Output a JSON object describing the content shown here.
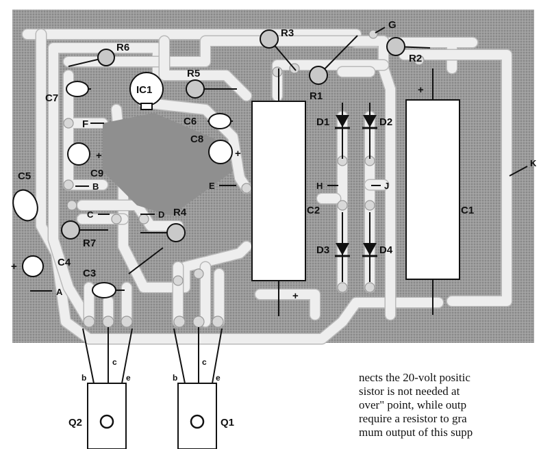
{
  "labels": {
    "r1": "R1",
    "r2": "R2",
    "r3": "R3",
    "r4": "R4",
    "r5": "R5",
    "r6": "R6",
    "r7": "R7",
    "c1": "C1",
    "c2": "C2",
    "c3": "C3",
    "c4": "C4",
    "c5": "C5",
    "c6": "C6",
    "c7": "C7",
    "c8": "C8",
    "c9": "C9",
    "d1": "D1",
    "d2": "D2",
    "d3": "D3",
    "d4": "D4",
    "ic1": "IC1",
    "q1": "Q1",
    "q2": "Q2",
    "pt_a": "A",
    "pt_b": "B",
    "pt_c": "C",
    "pt_d": "D",
    "pt_e": "E",
    "pt_f": "F",
    "pt_g": "G",
    "pt_h": "H",
    "pt_j": "J",
    "pt_k": "K",
    "plus": "+",
    "pin_b": "b",
    "pin_c": "c",
    "pin_e": "e"
  },
  "caption_lines": [
    "nects the 20-volt positic",
    "sistor is not needed at",
    "over\" point, while outp",
    "require a resistor to gra",
    "mum output of this supp"
  ]
}
